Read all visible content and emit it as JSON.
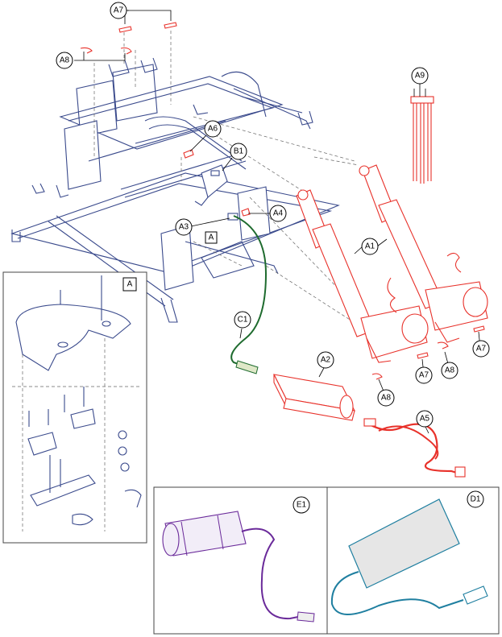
{
  "callouts": {
    "A1": "A1",
    "A2": "A2",
    "A3": "A3",
    "A4": "A4",
    "A5": "A5",
    "A6": "A6",
    "A7": "A7",
    "A8": "A8",
    "A9": "A9",
    "B1": "B1",
    "C1": "C1",
    "D1": "D1",
    "E1": "E1"
  },
  "detail_marker": "A",
  "detail_box_label": "A",
  "colors": {
    "frame": "#3a4a8c",
    "actuator": "#e8312a",
    "cable_c1": "#1e6b2e",
    "cable_e1": "#6a2a9a",
    "cable_d1": "#1f7fa0",
    "d1_panel": "#e6e6e6"
  }
}
